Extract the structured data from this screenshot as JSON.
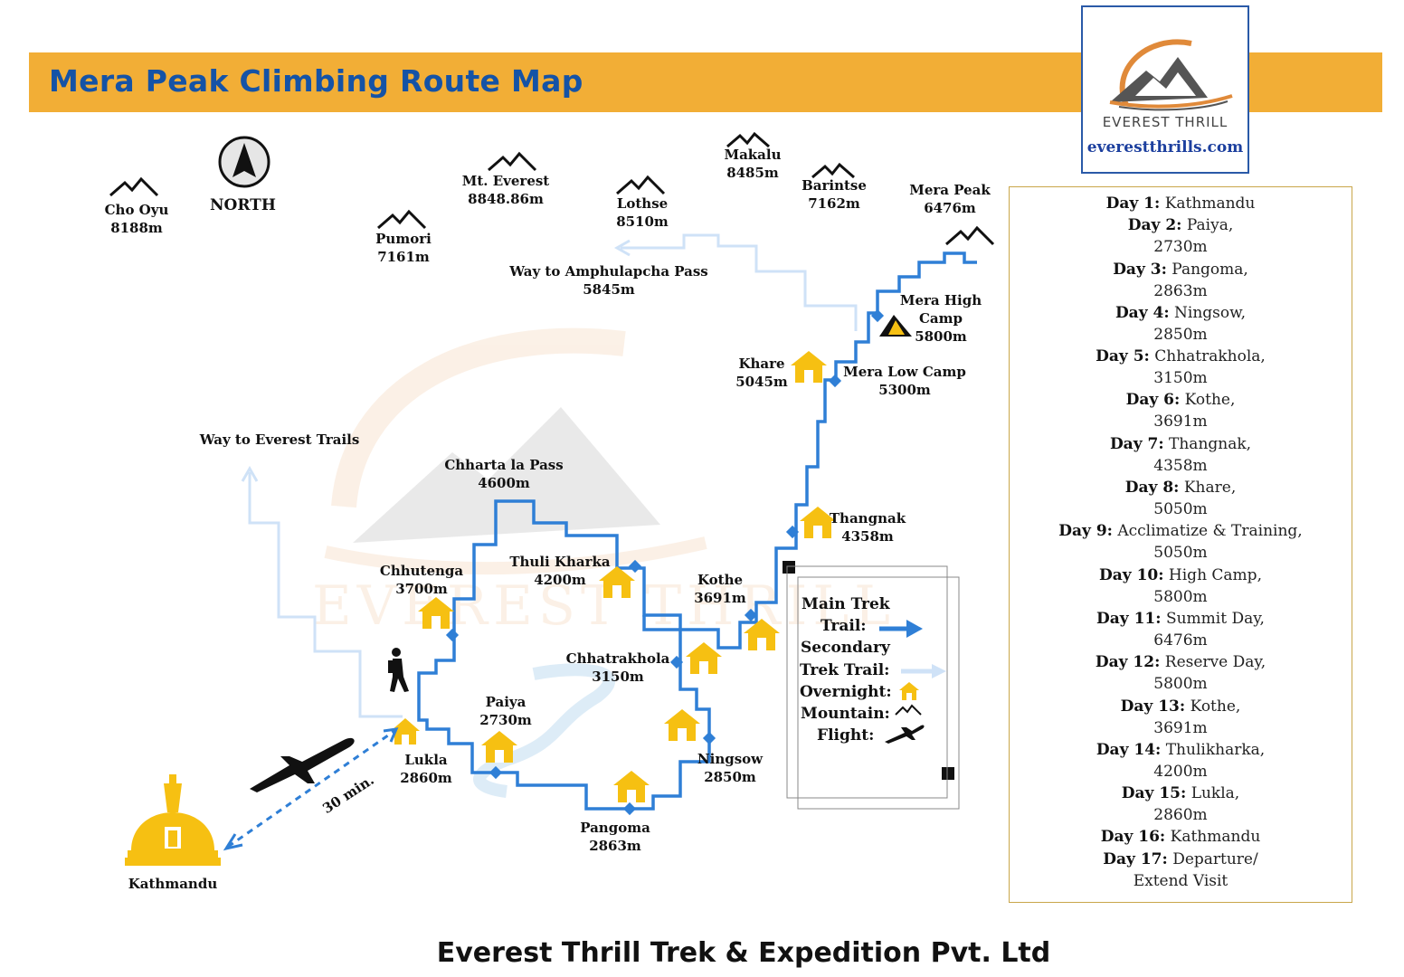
{
  "title": "Mera Peak Climbing Route Map",
  "logo": {
    "brand": "EVEREST THRILL",
    "website": "everestthrills.com"
  },
  "compass_label": "NORTH",
  "mountains": [
    {
      "name": "Cho Oyu",
      "altitude": "8188m"
    },
    {
      "name": "Pumori",
      "altitude": "7161m"
    },
    {
      "name": "Mt. Everest",
      "altitude": "8848.86m"
    },
    {
      "name": "Lothse",
      "altitude": "8510m"
    },
    {
      "name": "Makalu",
      "altitude": "8485m"
    },
    {
      "name": "Barintse",
      "altitude": "7162m"
    },
    {
      "name": "Mera Peak",
      "altitude": "6476m"
    }
  ],
  "places": {
    "amphulapcha": {
      "name": "Way to Amphulapcha Pass",
      "altitude": "5845m"
    },
    "everest_trails": {
      "name": "Way to Everest Trails"
    },
    "mera_high_camp": {
      "line1": "Mera High",
      "line2": "Camp",
      "altitude": "5800m"
    },
    "khare": {
      "name": "Khare",
      "altitude": "5045m"
    },
    "mera_low_camp": {
      "name": "Mera Low Camp",
      "altitude": "5300m"
    },
    "chharta_la": {
      "name": "Chharta la Pass",
      "altitude": "4600m"
    },
    "thangnak": {
      "name": "Thangnak",
      "altitude": "4358m"
    },
    "thuli_kharka": {
      "name": "Thuli Kharka",
      "altitude": "4200m"
    },
    "chhutenga": {
      "name": "Chhutenga",
      "altitude": "3700m"
    },
    "kothe": {
      "name": "Kothe",
      "altitude": "3691m"
    },
    "chhatrakhola": {
      "name": "Chhatrakhola",
      "altitude": "3150m"
    },
    "paiya": {
      "name": "Paiya",
      "altitude": "2730m"
    },
    "ningsow": {
      "name": "Ningsow",
      "altitude": "2850m"
    },
    "lukla": {
      "name": "Lukla",
      "altitude": "2860m"
    },
    "pangoma": {
      "name": "Pangoma",
      "altitude": "2863m"
    },
    "kathmandu": {
      "name": "Kathmandu"
    }
  },
  "flight_time": "30 min.",
  "legend": {
    "main_trail_1": "Main Trek",
    "main_trail_2": "Trail:",
    "secondary_1": "Secondary",
    "secondary_2": "Trek Trail:",
    "overnight": "Overnight:",
    "mountain": "Mountain:",
    "flight": "Flight:"
  },
  "itinerary": [
    {
      "day": "Day 1:",
      "text": "Kathmandu"
    },
    {
      "day": "Day 2:",
      "text": "Paiya,",
      "alt": "2730m"
    },
    {
      "day": "Day 3:",
      "text": "Pangoma,",
      "alt": "2863m"
    },
    {
      "day": "Day 4:",
      "text": "Ningsow,",
      "alt": "2850m"
    },
    {
      "day": "Day 5:",
      "text": "Chhatrakhola,",
      "alt": "3150m"
    },
    {
      "day": "Day 6:",
      "text": "Kothe,",
      "alt": "3691m"
    },
    {
      "day": "Day 7:",
      "text": "Thangnak,",
      "alt": "4358m"
    },
    {
      "day": "Day 8:",
      "text": "Khare,",
      "alt": "5050m"
    },
    {
      "day": "Day 9:",
      "text": "Acclimatize & Training,",
      "alt": "5050m"
    },
    {
      "day": "Day 10:",
      "text": "High Camp,",
      "alt": "5800m"
    },
    {
      "day": "Day 11:",
      "text": "Summit Day,",
      "alt": "6476m"
    },
    {
      "day": "Day 12:",
      "text": "Reserve Day,",
      "alt": "5800m"
    },
    {
      "day": "Day 13:",
      "text": "Kothe,",
      "alt": "3691m"
    },
    {
      "day": "Day 14:",
      "text": "Thulikharka,",
      "alt": "4200m"
    },
    {
      "day": "Day 15:",
      "text": "Lukla,",
      "alt": "2860m"
    },
    {
      "day": "Day 16:",
      "text": "Kathmandu"
    },
    {
      "day": "Day 17:",
      "text": "Departure/",
      "alt": "Extend Visit"
    }
  ],
  "footer": "Everest Thrill Trek & Expedition Pvt. Ltd",
  "colors": {
    "banner": "#f2ae36",
    "title": "#1553a6",
    "main_trail": "#2f7fd6",
    "secondary_trail": "#cfe2f7",
    "house": "#f6c012",
    "border": "#c9a64a"
  }
}
